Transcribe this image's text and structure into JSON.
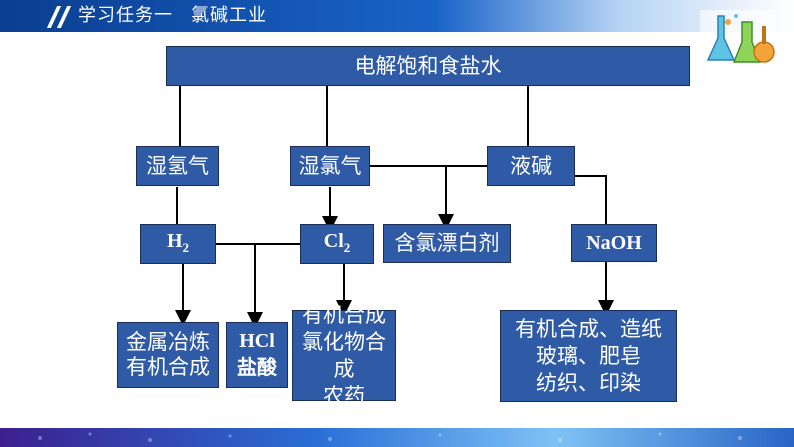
{
  "header": {
    "task": "学习任务一",
    "topic": "氯碱工业"
  },
  "diagram": {
    "root": "电解饱和食盐水",
    "wet_hydrogen": "湿氢气",
    "wet_chlorine": "湿氯气",
    "liquid_alkali": "液碱",
    "h2_base": "H",
    "h2_sub": "2",
    "cl2_base": "Cl",
    "cl2_sub": "2",
    "bleach": "含氯漂白剂",
    "naoh": "NaOH",
    "metal_smelting": "金属冶炼\n有机合成",
    "hcl": "HCl\n盐酸",
    "organic_pesticide": "有机合成\n氯化物合成\n农药",
    "naoh_uses": "有机合成、造纸\n玻璃、肥皂\n纺织、印染"
  },
  "colors": {
    "box_fill": "#2f5ba6",
    "box_border": "#1a2e57",
    "connector": "#000000",
    "header_dark": "#0a3e8f"
  }
}
